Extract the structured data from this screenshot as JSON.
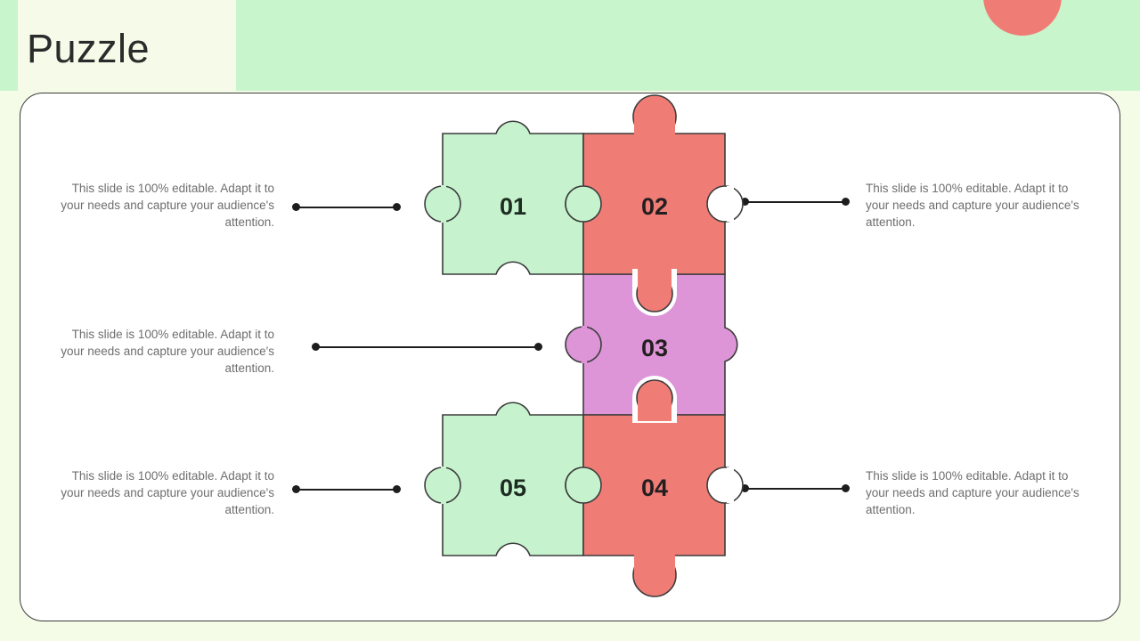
{
  "slide": {
    "title": "Puzzle",
    "background_color": "#f4fbe6",
    "header_color": "#c8f5cc",
    "title_box_color": "#f6fbe9",
    "card_color": "#ffffff",
    "decor": {
      "name": "coral-semicircle",
      "color": "#f07c76"
    }
  },
  "body_text": "This slide is 100% editable. Adapt it to your needs and capture your audience's attention.",
  "descriptions": [
    {
      "id": "desc-01",
      "align": "right",
      "text": "This slide is 100% editable. Adapt it to your needs and capture your audience's attention."
    },
    {
      "id": "desc-03",
      "align": "right",
      "text": "This slide is 100% editable. Adapt it to your needs and capture your audience's attention."
    },
    {
      "id": "desc-05",
      "align": "right",
      "text": "This slide is 100% editable. Adapt it to your needs and capture your audience's attention."
    },
    {
      "id": "desc-02",
      "align": "left",
      "text": "This slide is 100% editable. Adapt it to your needs and capture your audience's attention."
    },
    {
      "id": "desc-04",
      "align": "left",
      "text": "This slide is 100% editable. Adapt it to your needs and capture your audience's attention."
    }
  ],
  "puzzle": {
    "pieces": [
      {
        "number": "01",
        "color": "#c6f3ce",
        "row": 1,
        "column": "left",
        "label_color": "#1d2b20"
      },
      {
        "number": "02",
        "color": "#f07c76",
        "row": 1,
        "column": "right",
        "label_color": "#231f20"
      },
      {
        "number": "03",
        "color": "#dd95d8",
        "row": 2,
        "column": "right",
        "label_color": "#231f20"
      },
      {
        "number": "04",
        "color": "#f07c76",
        "row": 3,
        "column": "right",
        "label_color": "#231f20"
      },
      {
        "number": "05",
        "color": "#c6f3ce",
        "row": 3,
        "column": "left",
        "label_color": "#1d2b20"
      }
    ],
    "stroke_color": "#3c3c3c"
  },
  "connectors": {
    "line_color": "#1d1d1d",
    "dot_color": "#1d1d1d",
    "count": 5
  }
}
